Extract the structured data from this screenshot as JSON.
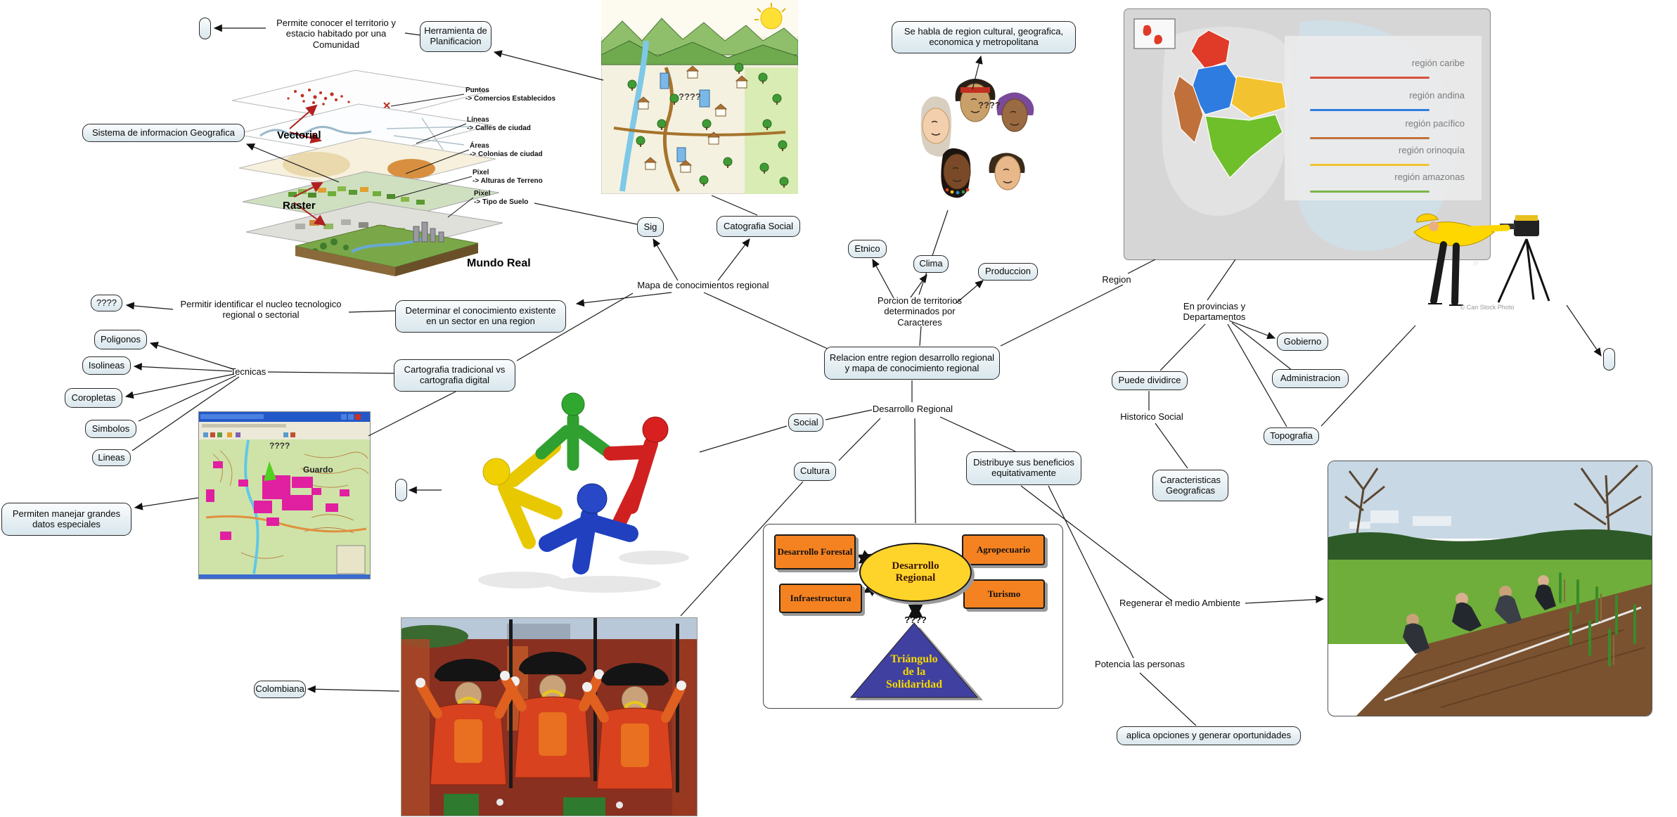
{
  "nodes": {
    "herramienta": "Herramienta de Planificacion",
    "sistema_info": "Sistema de informacion Geografica",
    "se_habla": "Se habla de region cultural, geografica, economica y metropolitana",
    "sig": "Sig",
    "catografia_social": "Catografia Social",
    "etnico": "Etnico",
    "clima": "Clima",
    "produccion": "Produccion",
    "unknown_left": "????",
    "determinar": "Determinar el conocimiento existente en un sector en una region",
    "poligonos": "Poligonos",
    "isolineas": "Isolineas",
    "coropletas": "Coropletas",
    "simbolos": "Simbolos",
    "lineas": "Lineas",
    "cartografia_tradicional": "Cartografia tradicional vs cartografia digital",
    "relacion": "Relacion entre region desarrollo regional y mapa de conocimiento regional",
    "social": "Social",
    "cultura": "Cultura",
    "distribuye": "Distribuye sus beneficios equitativamente",
    "puede_dividirce": "Puede dividirce",
    "gobierno": "Gobierno",
    "administracion": "Administracion",
    "topografia": "Topografia",
    "caracteristicas": "Caracteristicas Geograficas",
    "permiten": "Permiten manejar grandes datos especiales",
    "colombiana": "Colombiana",
    "aplica": "aplica opciones y generar oportunidades"
  },
  "labels": {
    "permite": "Permite conocer el territorio y estacio habitado por una Comunidad",
    "mapa_conocimientos": "Mapa de conocimientos regional",
    "porcion": "Porcion de territorios determinados por Caracteres",
    "region": "Region",
    "en_provincias": "En provincias y Departamentos",
    "historico_social": "Historico Social",
    "tecnicas": "Tecnicas",
    "desarrollo_regional": "Desarrollo Regional",
    "permitir_identificar": "Permitir identificar el nucleo tecnologico regional o sectorial",
    "regenerar": "Regenerar el medio Ambiente",
    "potencia": "Potencia las personas"
  },
  "layers_diagram": {
    "vectorial": "Vectorial",
    "raster": "Raster",
    "mundo_real": "Mundo Real",
    "annotations": [
      {
        "term": "Puntos",
        "desc": "-> Comercios Establecidos"
      },
      {
        "term": "Líneas",
        "desc": "-> Calles de ciudad"
      },
      {
        "term": "Áreas",
        "desc": "-> Colonias de ciudad"
      },
      {
        "term": "Pixel",
        "desc": "-> Alturas de Terreno"
      },
      {
        "term": "Pixel",
        "desc": "-> Tipo de Suelo"
      }
    ]
  },
  "colombia_map": {
    "legend": [
      {
        "label": "región caribe",
        "color": "#d94f3d"
      },
      {
        "label": "región andina",
        "color": "#2f7ce0"
      },
      {
        "label": "región pacífico",
        "color": "#c0703a"
      },
      {
        "label": "región orinoquía",
        "color": "#f2c230"
      },
      {
        "label": "región amazonas",
        "color": "#7ab648"
      }
    ]
  },
  "triangle_diagram": {
    "boxes": [
      "Desarrollo Forestal",
      "Agropecuario",
      "Infraestructura",
      "Turismo"
    ],
    "center": "Desarrollo Regional",
    "question": "????",
    "triangle_lines": [
      "Triángulo",
      "de la",
      "Solidaridad"
    ],
    "box_color": "#f58220",
    "ellipse_color": "#ffd42a",
    "triangle_color": "#4040a0",
    "triangle_text_color": "#f5d800"
  },
  "guardo_map": {
    "town": "Guardo",
    "question": "????"
  },
  "community_map": {
    "question": "????"
  },
  "faces": {
    "question": "????"
  },
  "surveyor": {
    "credit": "© Can Stock Photo"
  }
}
